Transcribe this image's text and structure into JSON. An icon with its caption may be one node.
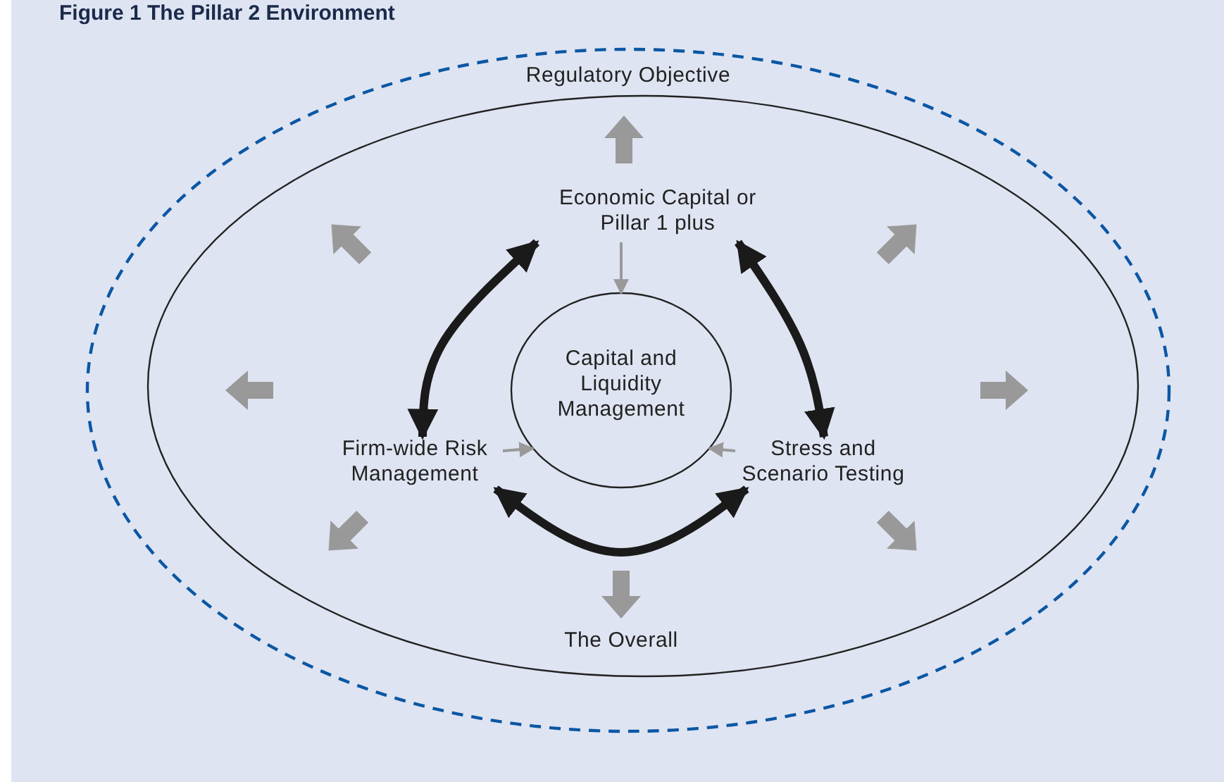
{
  "diagram": {
    "title": "Figure 1 The Pillar 2 Environment",
    "nodes": [
      {
        "text": [
          "Regulatory Objective"
        ]
      },
      {
        "text": [
          "The Overall"
        ],
        "in": 0
      },
      {
        "text": [
          "Economic Capital or Pillar 1 plus"
        ],
        "in": 1
      },
      {
        "text": [
          "Firm-wide Risk Management"
        ],
        "in": 1
      },
      {
        "text": [
          "Stress and Scenario Testing"
        ],
        "in": 1
      },
      {
        "text": [
          "Capital and Liquidity Management"
        ],
        "in": 1
      }
    ],
    "edges": [
      {
        "from": 2,
        "to": 3,
        "arrow": "both",
        "style": "thick"
      },
      {
        "from": 2,
        "to": 4,
        "arrow": "both",
        "style": "thick"
      },
      {
        "from": 3,
        "to": 4,
        "arrow": "both",
        "style": "thick"
      },
      {
        "from": 2,
        "to": 5,
        "arrow": "to",
        "color": "#999999"
      },
      {
        "from": 3,
        "to": 5,
        "arrow": "to",
        "color": "#999999"
      },
      {
        "from": 4,
        "to": 5,
        "arrow": "to",
        "color": "#999999"
      }
    ]
  }
}
